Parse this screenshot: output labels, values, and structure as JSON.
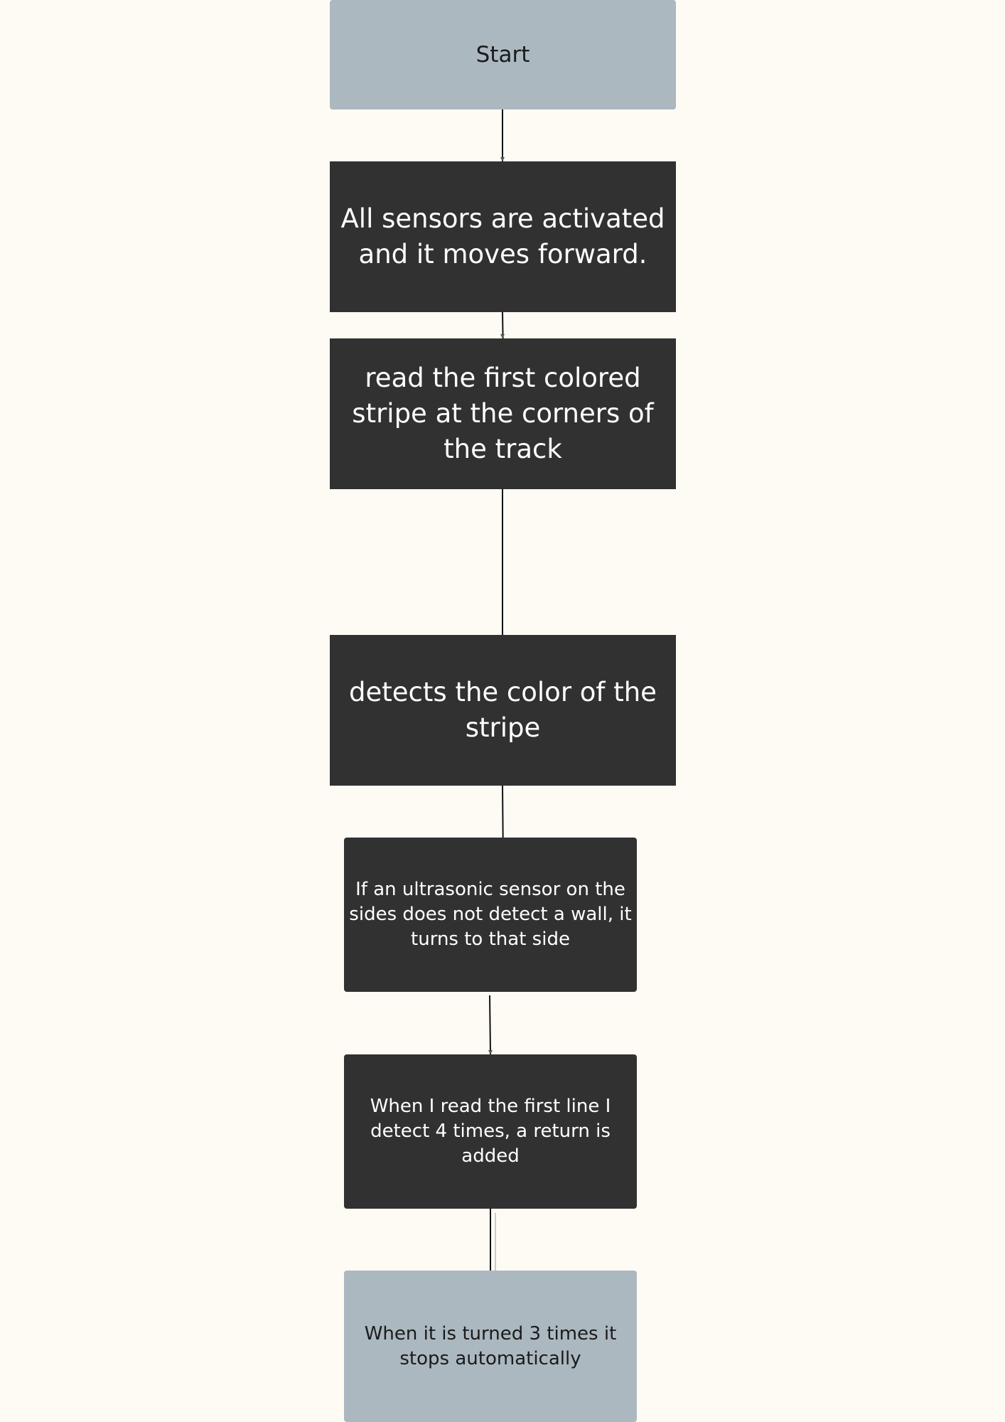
{
  "flowchart": {
    "steps": [
      {
        "id": "start",
        "label": "Start"
      },
      {
        "id": "sensors",
        "label": "All sensors are activated and it moves forward."
      },
      {
        "id": "read",
        "label": "read the first colored stripe at the corners of the track"
      },
      {
        "id": "detect",
        "label": "detects the color of the stripe"
      },
      {
        "id": "ultrasonic",
        "label": "If an ultrasonic sensor on the sides does not detect a wall, it turns to that side"
      },
      {
        "id": "count",
        "label": "When I read the first line I detect 4 times, a return is added"
      },
      {
        "id": "stop",
        "label": "When it is turned 3 times it stops automatically"
      }
    ]
  },
  "colors": {
    "background": "#fdfbf4",
    "terminal_fill": "#abb8c0",
    "process_fill": "#313131",
    "connector": "#111111"
  }
}
